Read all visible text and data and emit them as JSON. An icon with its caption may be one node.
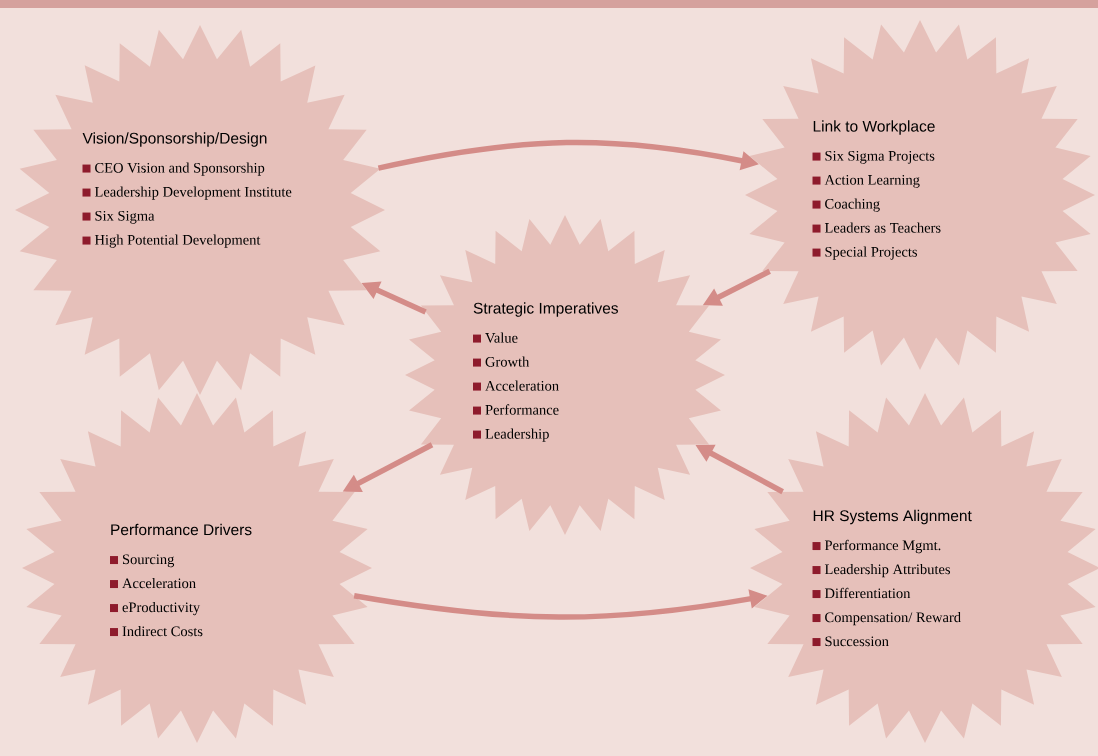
{
  "diagram": {
    "nodes": [
      {
        "text": [
          "Vision/Sponsorship/Design",
          "CEO Vision and Sponsorship",
          "Leadership Development Institute",
          "Six Sigma",
          "High Potential Development"
        ]
      },
      {
        "text": [
          "Link to Workplace",
          "Six Sigma Projects",
          "Action Learning",
          "Coaching",
          "Leaders as Teachers",
          "Special Projects"
        ]
      },
      {
        "text": [
          "Strategic Imperatives",
          "Value",
          "Growth",
          "Acceleration",
          "Performance",
          "Leadership"
        ]
      },
      {
        "text": [
          "Performance Drivers",
          "Sourcing",
          "Acceleration",
          "eProductivity",
          "Indirect Costs"
        ]
      },
      {
        "text": [
          "HR Systems Alignment",
          "Performance Mgmt.",
          "Leadership Attributes",
          "Differentiation",
          "Compensation/ Reward",
          "Succession"
        ]
      }
    ],
    "edges": [
      {
        "from": 0,
        "to": 1,
        "arrow": "to"
      },
      {
        "from": 1,
        "to": 2,
        "arrow": "to"
      },
      {
        "from": 2,
        "to": 0,
        "arrow": "to"
      },
      {
        "from": 2,
        "to": 3,
        "arrow": "to"
      },
      {
        "from": 4,
        "to": 2,
        "arrow": "to"
      },
      {
        "from": 3,
        "to": 4,
        "arrow": "to"
      }
    ]
  }
}
